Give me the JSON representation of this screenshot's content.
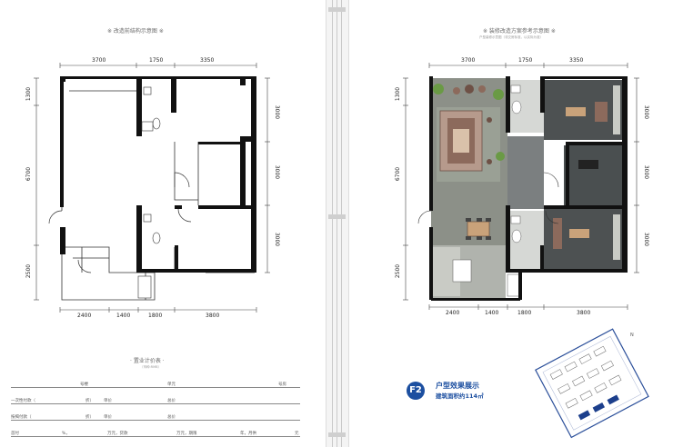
{
  "left": {
    "title": "※ 改造前结构示意图 ※",
    "dims_top": [
      "3700",
      "1750",
      "3350"
    ],
    "dims_bottom": [
      "2400",
      "1400",
      "1800",
      "3800"
    ],
    "dims_left": [
      "1300",
      "6700",
      "2500"
    ],
    "dims_right": [
      "3000",
      "3000",
      "3000"
    ]
  },
  "right": {
    "title": "※ 装修改造方案参考示意图 ※",
    "subtitle": "户型装修示意图（非交房标准，以实际为准）",
    "dims_top": [
      "3700",
      "1750",
      "3350"
    ],
    "dims_bottom": [
      "2400",
      "1400",
      "1800",
      "3800"
    ],
    "dims_left": [
      "1300",
      "6700",
      "2500"
    ],
    "dims_right": [
      "3000",
      "3000",
      "3000"
    ],
    "badge": "F2",
    "unit_title": "户型效果展示",
    "unit_area": "建筑面积约114㎡",
    "north_mark": "N"
  },
  "price_table": {
    "title": "· 置业计价表 ·",
    "unit_note": "（币种:RMB）",
    "rows": [
      {
        "cells": [
          "号楼",
          "单元",
          "号房"
        ]
      },
      {
        "cells": [
          "一次性付款（",
          "折）",
          "单价",
          "总价"
        ]
      },
      {
        "cells": [
          "按揭付款（",
          "折）",
          "单价",
          "总价"
        ]
      },
      {
        "cells": [
          "首付",
          "%，",
          "万元，贷款",
          "万元，期限",
          "年，月供",
          "元"
        ]
      }
    ]
  },
  "colors": {
    "wall": "#111111",
    "badge_blue": "#1c4fa0",
    "floor_gray": "#8c9088",
    "wood": "#c9a27a"
  }
}
